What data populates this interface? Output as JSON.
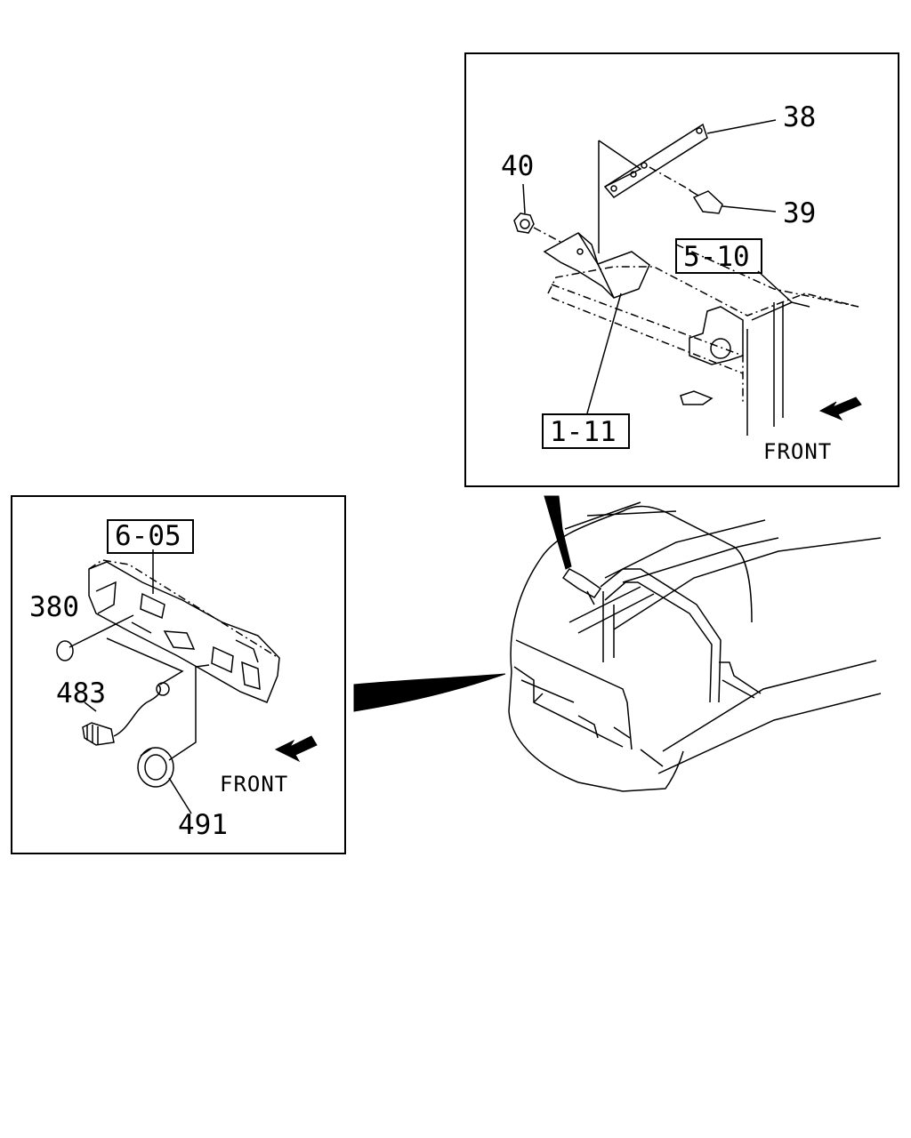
{
  "labels": {
    "p38": "38",
    "p39": "39",
    "p40": "40",
    "ref_5_10": "5-10",
    "ref_1_11": "1-11",
    "ref_6_05": "6-05",
    "p380": "380",
    "p483": "483",
    "p491": "491",
    "front_top": "FRONT",
    "front_bottom": "FRONT"
  },
  "icons": {
    "direction_arrow": "front-direction-arrow-icon",
    "leader_arrow": "leader-pointer-arrow-icon"
  },
  "colors": {
    "ink": "#000000",
    "paper": "#ffffff"
  }
}
